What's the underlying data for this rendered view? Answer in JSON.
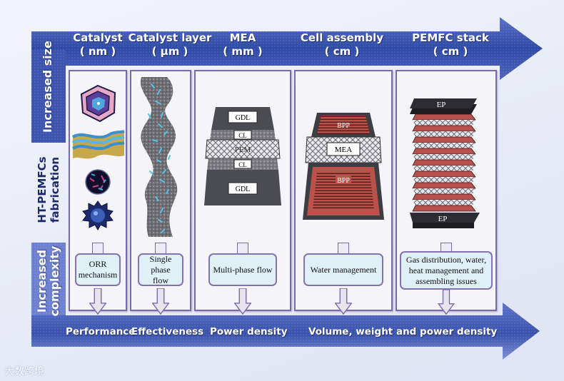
{
  "stages": [
    {
      "name": "Catalyst",
      "unit": "( nm )"
    },
    {
      "name": "Catalyst layer",
      "unit": "( μm )"
    },
    {
      "name": "MEA",
      "unit": "( mm )"
    },
    {
      "name": "Cell assembly",
      "unit": "( cm )"
    },
    {
      "name": "PEMFC stack",
      "unit": "( cm )"
    }
  ],
  "side_labels": {
    "increased_size": "Increased size",
    "fabrication_line1": "HT-PEMFCs",
    "fabrication_line2": "fabrication",
    "complexity_line1": "Increased",
    "complexity_line2": "complexity"
  },
  "notes": [
    "ORR mechanism",
    "Single phase flow",
    "Multi-phase flow",
    "Water management",
    "Gas distribution, water, heat management and assembling issues"
  ],
  "mea_layers": {
    "gdl": "GDL",
    "cl": "CL",
    "pem": "PEM"
  },
  "cell_layers": {
    "bpp": "BPP",
    "mea": "MEA"
  },
  "stack_layers": {
    "ep": "EP"
  },
  "bottom_labels": [
    "Performance",
    "Effectiveness",
    "Power density",
    "Volume, weight and power density"
  ],
  "watermark": "大数跨境",
  "colors": {
    "arrow_blue": "#3f56b0",
    "panel_border": "#7a6aa8",
    "note_fill": "#dff0f7",
    "bpp_red": "#b9524a"
  }
}
